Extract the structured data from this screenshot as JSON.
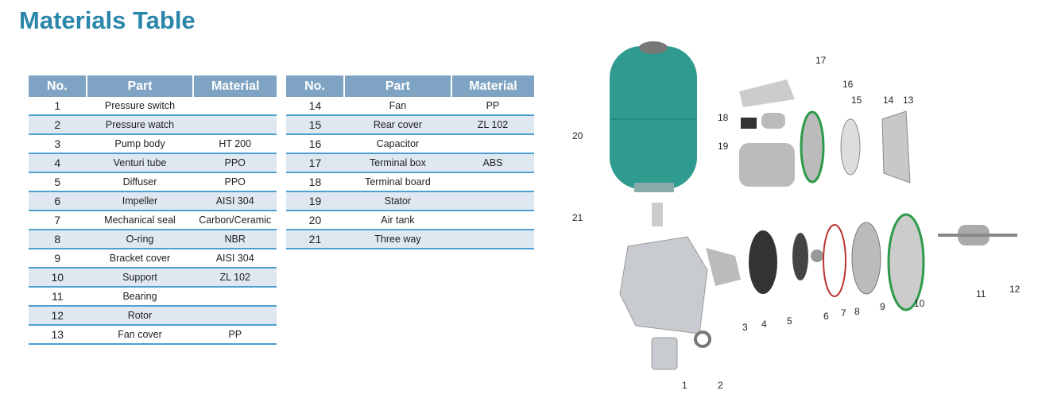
{
  "title": "Materials Table",
  "headers": {
    "no": "No.",
    "part": "Part",
    "material": "Material"
  },
  "table_left": [
    {
      "no": "1",
      "part": "Pressure switch",
      "material": ""
    },
    {
      "no": "2",
      "part": "Pressure watch",
      "material": ""
    },
    {
      "no": "3",
      "part": "Pump body",
      "material": "HT 200"
    },
    {
      "no": "4",
      "part": "Venturi tube",
      "material": "PPO"
    },
    {
      "no": "5",
      "part": "Diffuser",
      "material": "PPO"
    },
    {
      "no": "6",
      "part": "Impeller",
      "material": "AISI 304"
    },
    {
      "no": "7",
      "part": "Mechanical seal",
      "material": "Carbon/Ceramic"
    },
    {
      "no": "8",
      "part": "O-ring",
      "material": "NBR"
    },
    {
      "no": "9",
      "part": "Bracket cover",
      "material": "AISI 304"
    },
    {
      "no": "10",
      "part": "Support",
      "material": "ZL 102"
    },
    {
      "no": "11",
      "part": "Bearing",
      "material": ""
    },
    {
      "no": "12",
      "part": "Rotor",
      "material": ""
    },
    {
      "no": "13",
      "part": "Fan cover",
      "material": "PP"
    }
  ],
  "table_right": [
    {
      "no": "14",
      "part": "Fan",
      "material": "PP"
    },
    {
      "no": "15",
      "part": "Rear cover",
      "material": "ZL 102"
    },
    {
      "no": "16",
      "part": "Capacitor",
      "material": ""
    },
    {
      "no": "17",
      "part": "Terminal box",
      "material": "ABS"
    },
    {
      "no": "18",
      "part": "Terminal board",
      "material": ""
    },
    {
      "no": "19",
      "part": "Stator",
      "material": ""
    },
    {
      "no": "20",
      "part": "Air tank",
      "material": ""
    },
    {
      "no": "21",
      "part": "Three way",
      "material": ""
    }
  ],
  "diagram_labels": [
    "1",
    "2",
    "3",
    "4",
    "5",
    "6",
    "7",
    "8",
    "9",
    "10",
    "11",
    "12",
    "13",
    "14",
    "15",
    "16",
    "17",
    "18",
    "19",
    "20",
    "21"
  ],
  "colors": {
    "title": "#2a86aa",
    "header": "#7fa3c3",
    "row_alt": "#dfe7f0",
    "row_line": "#4da0d0",
    "tank": "#2f9a8e"
  }
}
